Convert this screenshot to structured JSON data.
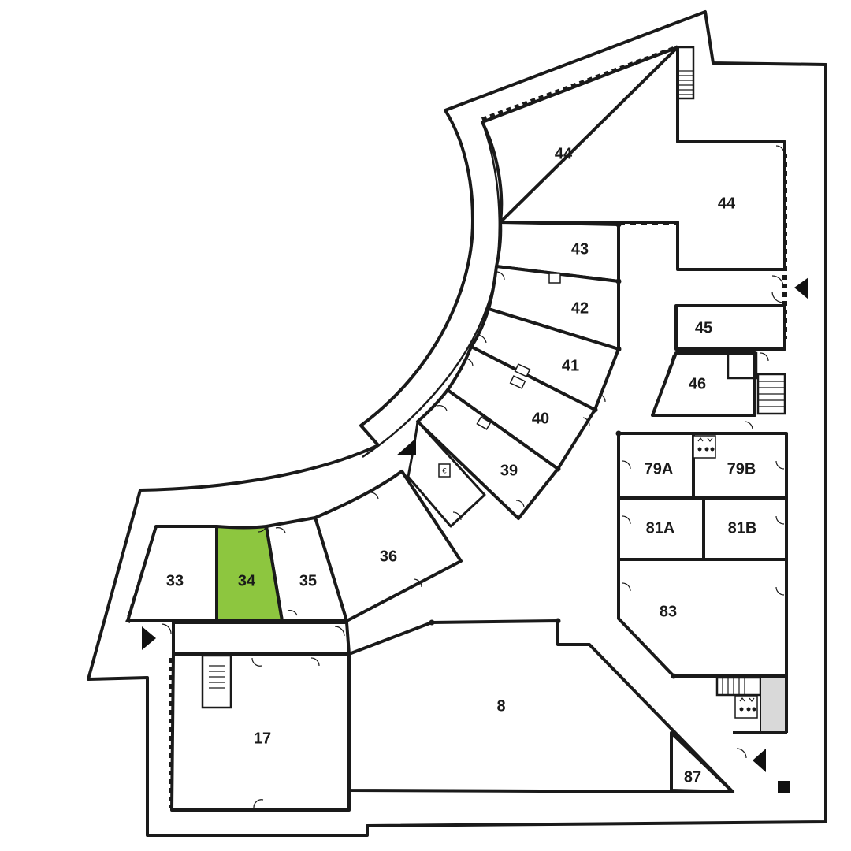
{
  "map": {
    "highlight_color": "#8dc63f",
    "highlighted_room": "34",
    "rooms": [
      {
        "id": "room-44a",
        "label": "44",
        "highlight": false
      },
      {
        "id": "room-44b",
        "label": "44",
        "highlight": false
      },
      {
        "id": "room-43",
        "label": "43",
        "highlight": false
      },
      {
        "id": "room-42",
        "label": "42",
        "highlight": false
      },
      {
        "id": "room-41",
        "label": "41",
        "highlight": false
      },
      {
        "id": "room-40",
        "label": "40",
        "highlight": false
      },
      {
        "id": "room-39",
        "label": "39",
        "highlight": false
      },
      {
        "id": "room-36",
        "label": "36",
        "highlight": false
      },
      {
        "id": "room-35",
        "label": "35",
        "highlight": false
      },
      {
        "id": "room-34",
        "label": "34",
        "highlight": true
      },
      {
        "id": "room-33",
        "label": "33",
        "highlight": false
      },
      {
        "id": "room-17",
        "label": "17",
        "highlight": false
      },
      {
        "id": "room-8",
        "label": "8",
        "highlight": false
      },
      {
        "id": "room-45",
        "label": "45",
        "highlight": false
      },
      {
        "id": "room-46",
        "label": "46",
        "highlight": false
      },
      {
        "id": "room-79a",
        "label": "79A",
        "highlight": false
      },
      {
        "id": "room-79b",
        "label": "79B",
        "highlight": false
      },
      {
        "id": "room-81a",
        "label": "81A",
        "highlight": false
      },
      {
        "id": "room-81b",
        "label": "81B",
        "highlight": false
      },
      {
        "id": "room-83",
        "label": "83",
        "highlight": false
      },
      {
        "id": "room-87",
        "label": "87",
        "highlight": false
      }
    ],
    "icons": {
      "atm": "€",
      "elevator": "elevator-icon",
      "toilet": "toilet-icon",
      "entrance": "entrance-marker-icon"
    }
  }
}
